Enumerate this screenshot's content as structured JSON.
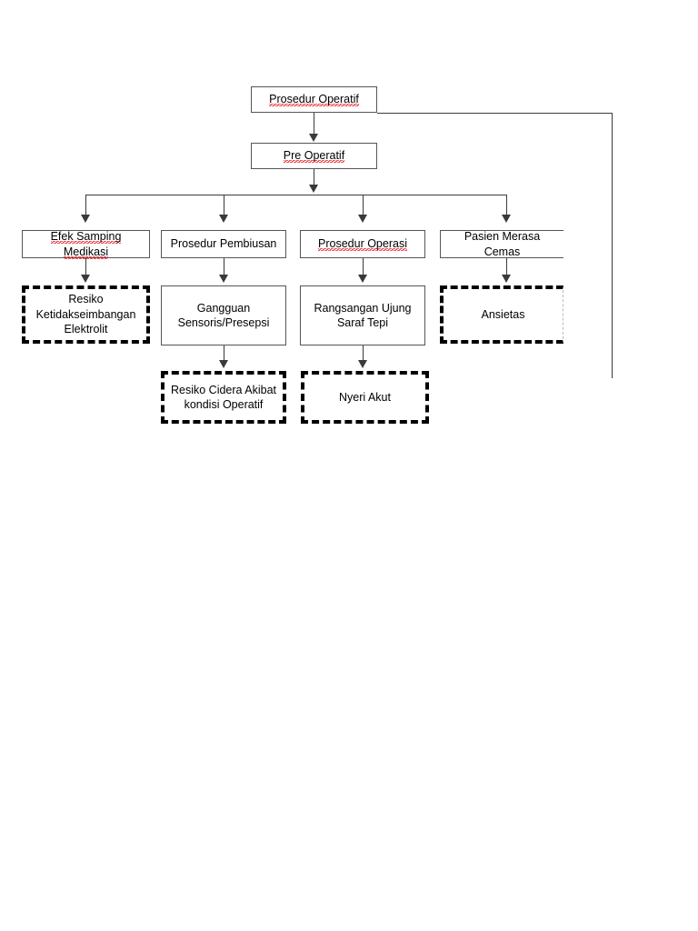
{
  "diagram": {
    "title": "Prosedur Operatif",
    "type": "flowchart",
    "nodes": {
      "root": {
        "label": "Prosedur Operatif",
        "style": "solid",
        "squiggle_words": [
          "Prosedur",
          "Operatif"
        ]
      },
      "pre_operatif": {
        "label": "Pre Operatif",
        "style": "solid",
        "squiggle_words": [
          "Pre",
          "Operatif"
        ]
      },
      "efek_samping": {
        "label": "Efek Samping Medikasi",
        "style": "solid",
        "squiggle_words": [
          "Efek",
          "Samping",
          "Medikasi"
        ]
      },
      "prosedur_pembiusan": {
        "label": "Prosedur Pembiusan",
        "style": "solid",
        "squiggle_words": [
          "Prosedur"
        ]
      },
      "prosedur_operasi": {
        "label": "Prosedur Operasi",
        "style": "solid",
        "squiggle_words": [
          "Prosedur",
          "Operasi"
        ]
      },
      "pasien_cemas": {
        "label": "Pasien Merasa Cemas",
        "style": "solid",
        "squiggle_words": []
      },
      "resiko_elektrolit": {
        "label": "Resiko\nKetidakseimbangan\nElektrolit",
        "style": "dashed"
      },
      "gangguan_sensoris": {
        "label": "Gangguan\nSensoris/Presepsi",
        "style": "solid"
      },
      "rangsangan_saraf": {
        "label": "Rangsangan Ujung\nSaraf Tepi",
        "style": "solid"
      },
      "ansietas": {
        "label": "Ansietas",
        "style": "dashed"
      },
      "resiko_cidera": {
        "label": "Resiko Cidera Akibat\nkondisi Operatif",
        "style": "dashed"
      },
      "nyeri_akut": {
        "label": "Nyeri Akut",
        "style": "dashed"
      }
    },
    "colors": {
      "box_border": "#555555",
      "dashed_border": "#000000",
      "connector": "#3a3a3a",
      "spellcheck_underline": "#e8202a",
      "background": "#ffffff",
      "text": "#000000"
    }
  }
}
